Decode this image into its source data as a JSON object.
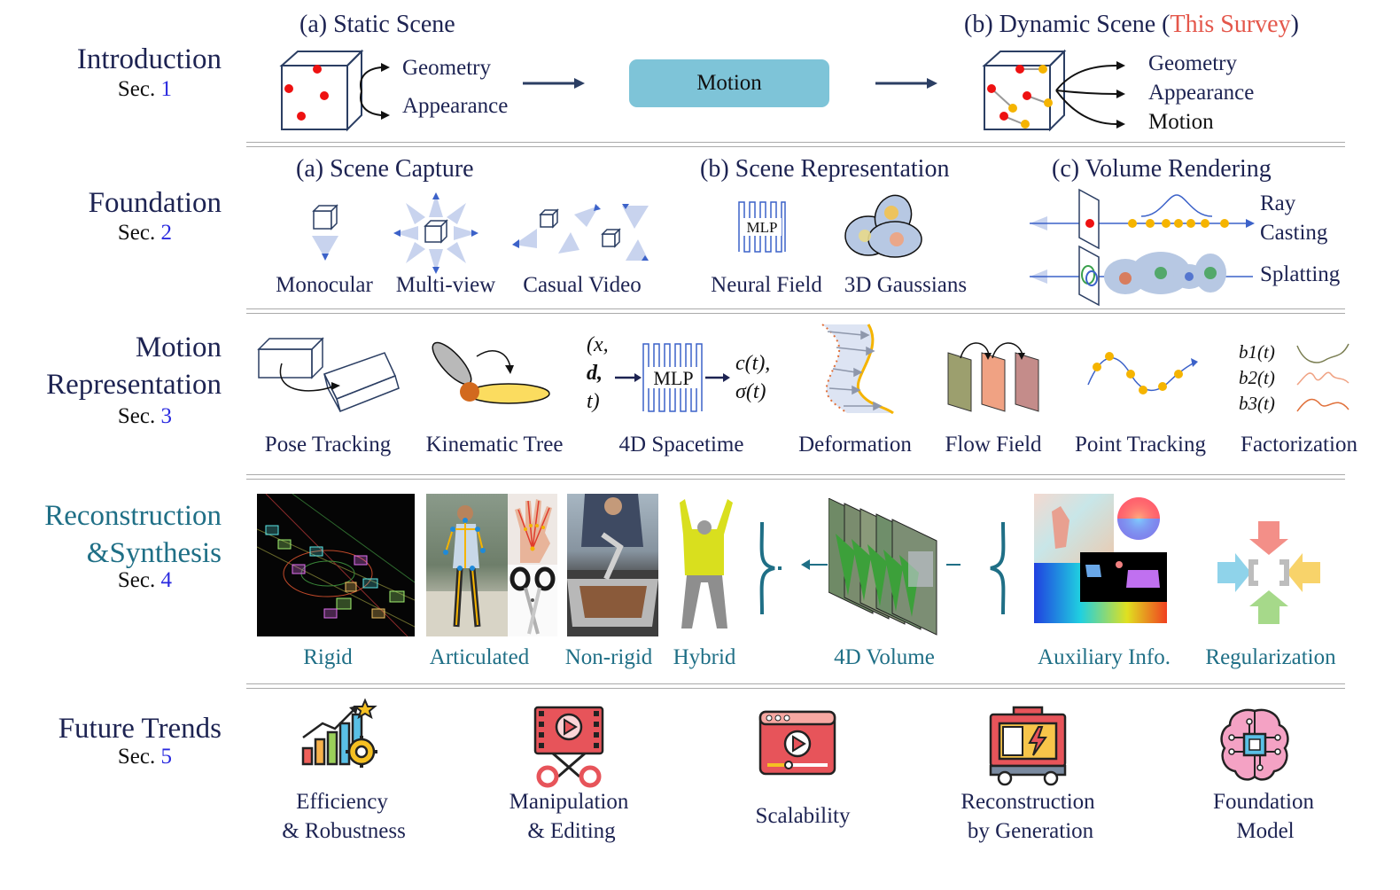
{
  "sections": {
    "intro": {
      "title": "Introduction",
      "sec_prefix": "Sec.",
      "sec_num": "1"
    },
    "foundation": {
      "title": "Foundation",
      "sec_prefix": "Sec.",
      "sec_num": "2"
    },
    "motion": {
      "title_line1": "Motion",
      "title_line2": "Representation",
      "sec_prefix": "Sec.",
      "sec_num": "3"
    },
    "recon": {
      "title_line1": "Reconstruction",
      "title_line2": "&Synthesis",
      "sec_prefix": "Sec.",
      "sec_num": "4"
    },
    "future": {
      "title": "Future Trends",
      "sec_prefix": "Sec.",
      "sec_num": "5"
    }
  },
  "intro": {
    "static_title": "(a) Static Scene",
    "static_items": [
      "Geometry",
      "Appearance"
    ],
    "motion_box": "Motion",
    "dynamic_title_prefix": "(b) Dynamic Scene (",
    "dynamic_title_highlight": "This Survey",
    "dynamic_title_suffix": ")",
    "dynamic_items": [
      "Geometry",
      "Appearance",
      "Motion"
    ]
  },
  "foundation": {
    "capture_title": "(a) Scene Capture",
    "capture_items": [
      "Monocular",
      "Multi-view",
      "Casual Video"
    ],
    "repr_title": "(b) Scene Representation",
    "repr_items": [
      "Neural Field",
      "3D Gaussians"
    ],
    "mlp_label": "MLP",
    "render_title": "(c) Volume Rendering",
    "render_items": [
      "Ray",
      "Casting",
      "Splatting"
    ]
  },
  "motion": {
    "items": [
      "Pose Tracking",
      "Kinematic Tree",
      "4D Spacetime",
      "Deformation",
      "Flow Field",
      "Point Tracking",
      "Factorization"
    ],
    "spacetime_inputs": [
      "(x,",
      "d,",
      "t)"
    ],
    "spacetime_mlp": "MLP",
    "spacetime_outputs": [
      "c(t),",
      "σ(t)"
    ],
    "basis": [
      "b1(t)",
      "b2(t)",
      "b3(t)"
    ]
  },
  "recon": {
    "items": [
      "Rigid",
      "Articulated",
      "Non-rigid",
      "Hybrid",
      "4D Volume",
      "Auxiliary Info.",
      "Regularization"
    ]
  },
  "future": {
    "items": [
      {
        "line1": "Efficiency",
        "line2": "& Robustness",
        "icon": "chart-gear-icon"
      },
      {
        "line1": "Manipulation",
        "line2": "& Editing",
        "icon": "scissors-video-icon"
      },
      {
        "line1": "Scalability",
        "line2": "",
        "icon": "video-player-icon"
      },
      {
        "line1": "Reconstruction",
        "line2": "by Generation",
        "icon": "generator-icon"
      },
      {
        "line1": "Foundation",
        "line2": "Model",
        "icon": "brain-chip-icon"
      }
    ]
  },
  "colors": {
    "navy": "#1d2352",
    "teal": "#1f6f86",
    "accent": "#e4574b",
    "motion_box": "#7ec4d8",
    "sec_num": "#2a2adf"
  }
}
